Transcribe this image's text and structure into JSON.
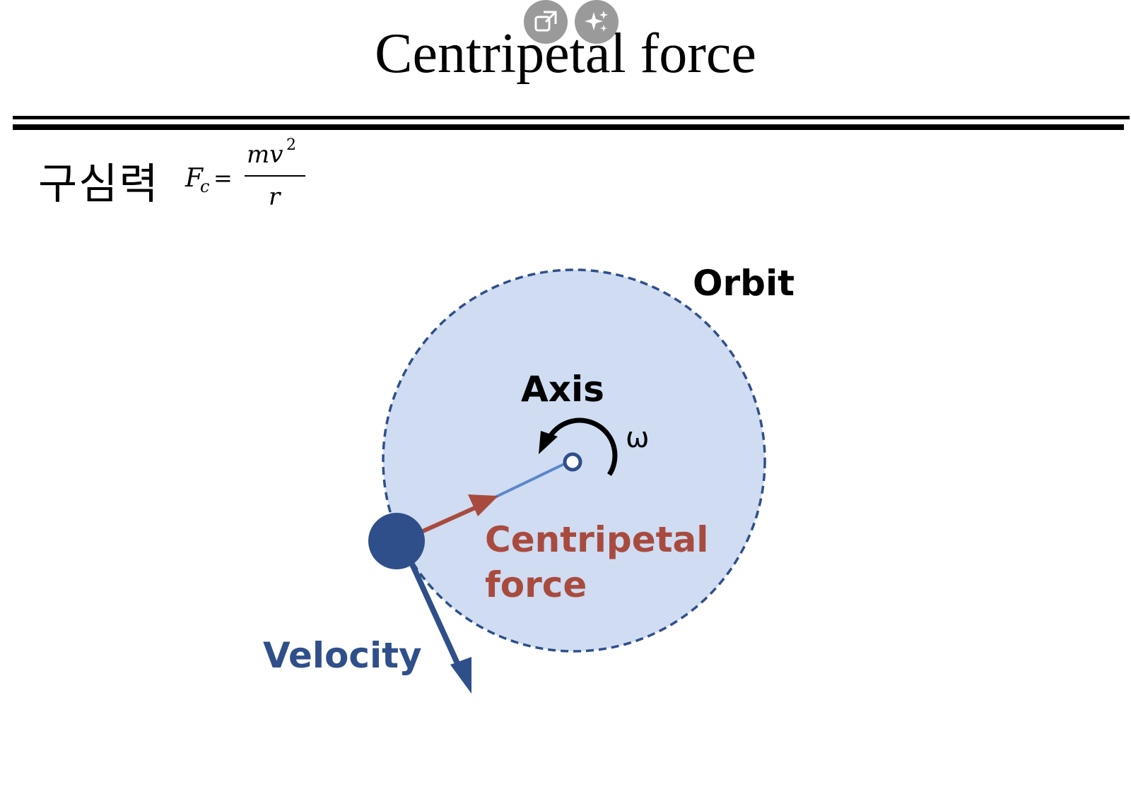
{
  "title": "Centripetal force",
  "header": {
    "korean_term": "구심력",
    "formula": {
      "lhs": "F",
      "lhs_subscript": "c",
      "equals": "=",
      "numerator": "mv",
      "numerator_exponent": "2",
      "denominator": "r"
    }
  },
  "diagram": {
    "labels": {
      "orbit": "Orbit",
      "axis": "Axis",
      "omega": "ω",
      "centripetal_line1": "Centripetal",
      "centripetal_line2": "force",
      "velocity": "Velocity"
    },
    "colors": {
      "orbit_fill": "#cfdcf2",
      "orbit_stroke": "#2f4f8a",
      "body": "#2f4f8a",
      "radius_line": "#5a86cc",
      "centripetal_arrow": "#a84b3e",
      "velocity_arrow": "#2f4f8a",
      "label_text": "#000000"
    }
  },
  "overlay_buttons": [
    {
      "name": "popout-icon"
    },
    {
      "name": "sparkle-icon"
    }
  ]
}
